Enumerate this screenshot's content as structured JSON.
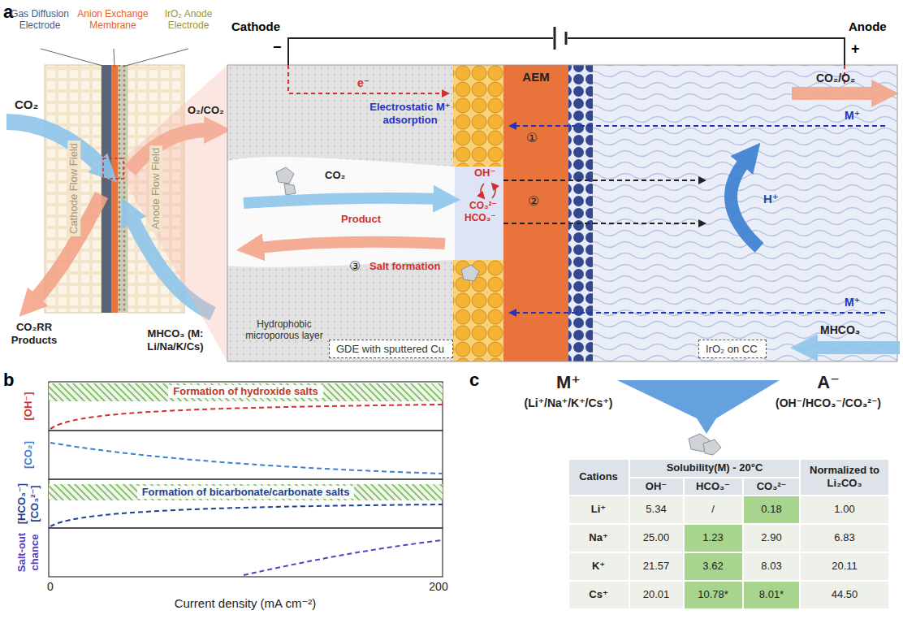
{
  "diagram": {
    "nodes": [
      {
        "text": [
          "AEM"
        ]
      },
      {
        "text": [
          "GDE with sputtered Cu"
        ]
      },
      {
        "text": [
          "IrO₂ on CC"
        ]
      },
      {
        "text": [
          "Formation of hydroxide salts"
        ]
      },
      {
        "text": [
          "Formation of bicarbonate/carbonate salts"
        ]
      }
    ],
    "labels": [
      "a",
      "Gas Diffusion Electrode",
      "Anion Exchange Membrane",
      "IrO₂ Anode Electrode",
      "Cathode Flow Field",
      "Anode Flow Field",
      "CO₂",
      "O₂/CO₂",
      "CO₂RR Products",
      "MHCO₃ (M: Li/Na/K/Cs)",
      "Cathode",
      "Anode",
      "−",
      "+",
      "e⁻",
      "Electrostatic M⁺ adsorption",
      "M⁺",
      "①",
      "CO₂",
      "OH⁻",
      "②",
      "CO₃²⁻",
      "HCO₃⁻",
      "H⁺",
      "Product",
      "③",
      "Salt formation",
      "M⁺",
      "Hydrophobic microporous layer",
      "CO₂/O₂",
      "MHCO₃",
      "b",
      "[OH⁻]",
      "[CO₂]",
      "[HCO₃⁻] [CO₃²⁻]",
      "Salt-out chance",
      "0",
      "200",
      "Current density (mA cm⁻²)",
      "c",
      "M⁺",
      "(Li⁺/Na⁺/K⁺/Cs⁺)",
      "A⁻",
      "(OH⁻/HCO₃⁻/CO₃²⁻)",
      "Cations",
      "Solubility(M) - 20°C",
      "Normalized to Li₂CO₃",
      "OH⁻",
      "HCO₃⁻",
      "CO₃²⁻",
      "Li⁺",
      "5.34",
      "/",
      "0.18",
      "1.00",
      "Na⁺",
      "25.00",
      "1.23",
      "2.90",
      "6.83",
      "K⁺",
      "21.57",
      "3.62",
      "8.03",
      "20.11",
      "Cs⁺",
      "20.01",
      "10.78*",
      "8.01*",
      "44.50"
    ]
  }
}
